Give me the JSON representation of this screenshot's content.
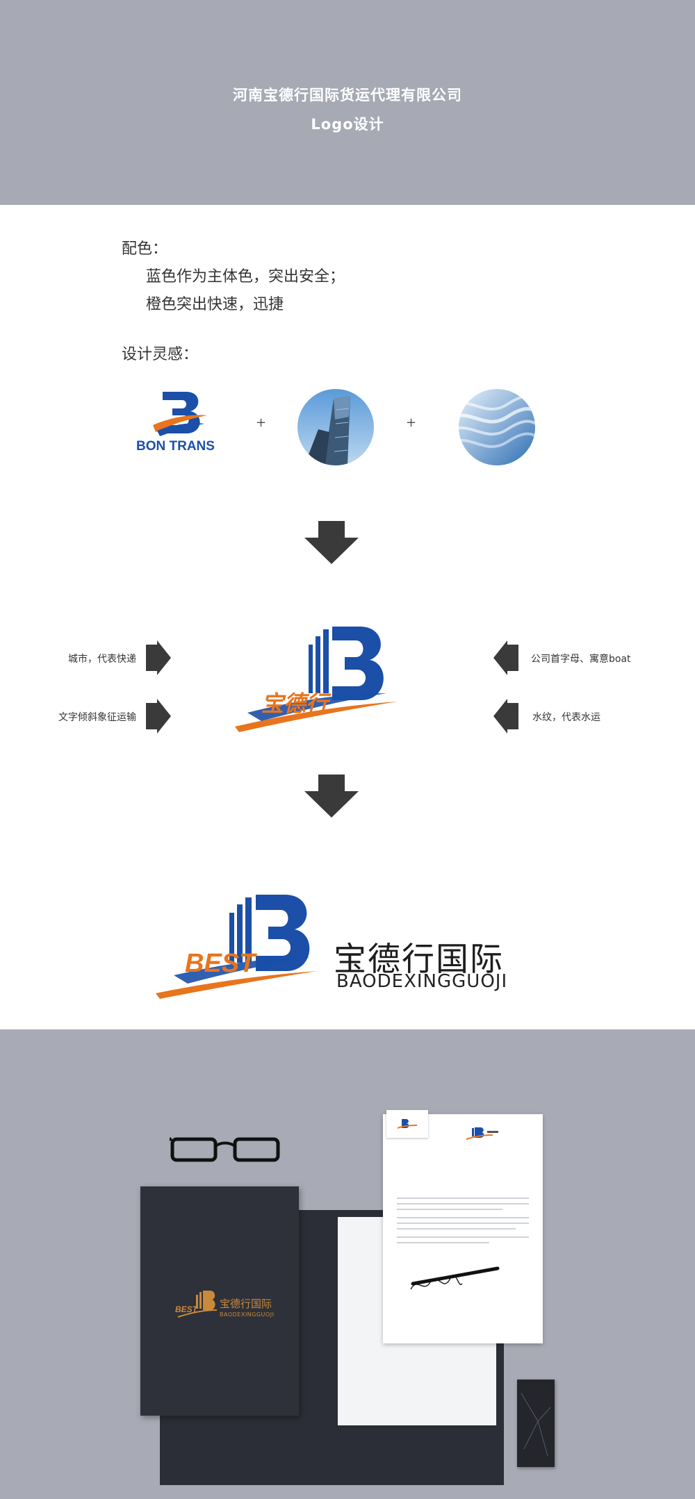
{
  "header": {
    "line1": "河南宝德行国际货运代理有限公司",
    "line2": "Logo设计"
  },
  "color_section": {
    "heading": "配色：",
    "line1": "蓝色作为主体色，突出安全；",
    "line2": "橙色突出快速，迅捷"
  },
  "inspiration": {
    "heading": "设计灵感：",
    "logo_text": "BON TRANS",
    "plus": "+"
  },
  "concept": {
    "logo_text": "宝德行",
    "left_top": "城市，代表快递",
    "left_bottom": "文字倾斜象征运输",
    "right_top": "公司首字母、寓意boat",
    "right_bottom": "水纹，代表水运"
  },
  "final_logo": {
    "badge": "BEST",
    "name_cn": "宝德行国际",
    "name_en": "BAODEXINGGUOJI"
  },
  "mockup": {
    "folder_badge": "BEST",
    "folder_cn": "宝德行国际",
    "folder_en": "BAODEXINGGUOJI"
  },
  "colors": {
    "blue": "#1b4fa8",
    "orange": "#e8741d",
    "gray_bg": "#a7a9b4",
    "dark": "#3a3a3a"
  }
}
